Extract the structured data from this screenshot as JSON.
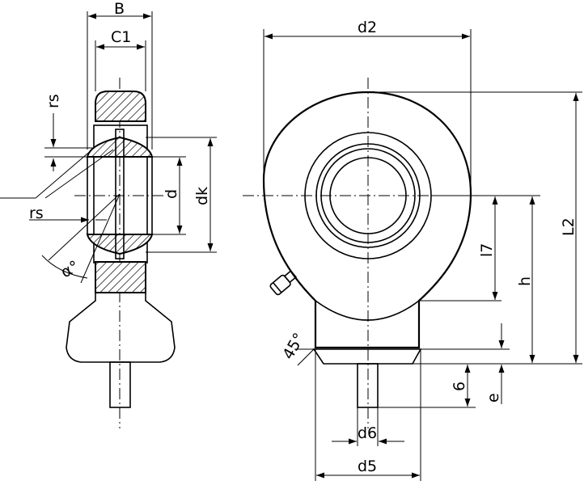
{
  "labels": {
    "B": "B",
    "C1": "C1",
    "rs_top": "rs",
    "rs_left": "rs",
    "alpha": "α°",
    "d": "d",
    "dk": "dk",
    "d2": "d2",
    "L2": "L2",
    "l7": "l7",
    "h": "h",
    "angle45": "45°",
    "six": "6",
    "e": "e",
    "d6": "d6",
    "d5": "d5"
  }
}
